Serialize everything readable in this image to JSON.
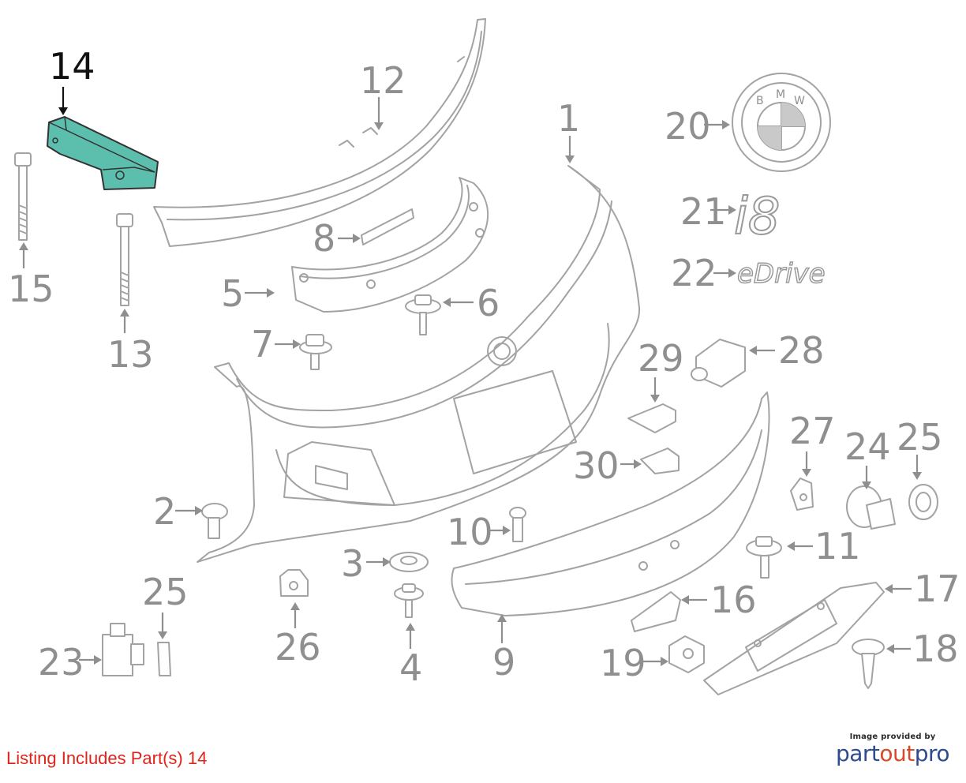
{
  "diagram": {
    "highlighted_part": "14",
    "callouts": [
      "1",
      "2",
      "3",
      "4",
      "5",
      "6",
      "7",
      "8",
      "9",
      "10",
      "11",
      "12",
      "13",
      "14",
      "15",
      "16",
      "17",
      "18",
      "19",
      "20",
      "21",
      "22",
      "23",
      "24",
      "25",
      "25",
      "26",
      "27",
      "28",
      "29",
      "30"
    ],
    "emblem_letters": [
      "B",
      "M",
      "W"
    ],
    "badge_i8": "i8",
    "badge_edrive": "eDrive"
  },
  "listing_text": "Listing Includes Part(s) 14",
  "credit": {
    "small": "Image provided by",
    "brand_part1": "part",
    "brand_part2": "out",
    "brand_part3": "pro"
  },
  "colors": {
    "highlight": "#5cbfad",
    "callout": "#8f8f8f",
    "listing": "#e0231b",
    "brand_blue": "#2d4b8e",
    "brand_orange": "#d84a2a"
  }
}
